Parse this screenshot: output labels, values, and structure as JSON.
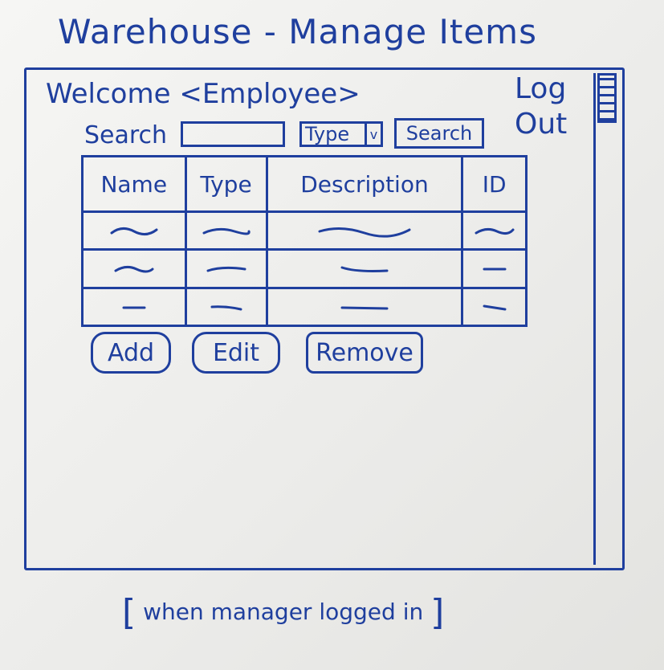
{
  "app": {
    "title": "Warehouse - Manage Items",
    "welcome_text": "Welcome <Employee>",
    "logout_label": "Log Out"
  },
  "search": {
    "label": "Search",
    "value": "",
    "type_label": "Type",
    "type_arrow": "v",
    "button_label": "Search"
  },
  "table": {
    "headers": [
      "Name",
      "Type",
      "Description",
      "ID"
    ],
    "rows": 3
  },
  "actions": {
    "add_label": "Add",
    "edit_label": "Edit",
    "remove_label": "Remove"
  },
  "note": {
    "open_bracket": "[",
    "text": "when manager logged in",
    "close_bracket": "]"
  },
  "colors": {
    "ink": "#1f3f9e",
    "board": "#f2f2f0"
  },
  "icons": {
    "dropdown": "chevron-down-icon",
    "placeholder_value": "squiggle-icon"
  }
}
